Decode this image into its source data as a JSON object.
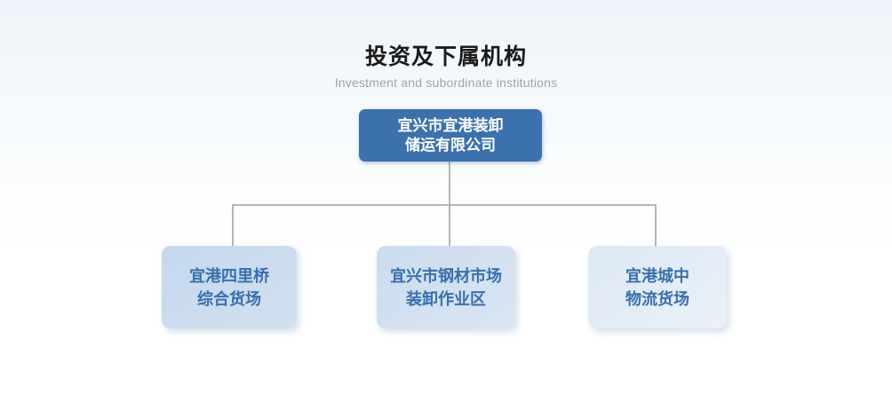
{
  "header": {
    "title": "投资及下属机构",
    "subtitle": "Investment and subordinate institutions"
  },
  "org_chart": {
    "root": {
      "line1": "宜兴市宜港装卸",
      "line2": "储运有限公司"
    },
    "children": [
      {
        "line1": "宜港四里桥",
        "line2": "综合货场"
      },
      {
        "line1": "宜兴市钢材市场",
        "line2": "装卸作业区"
      },
      {
        "line1": "宜港城中",
        "line2": "物流货场"
      }
    ]
  },
  "colors": {
    "root_box_bg": "#3b72ad",
    "root_box_text": "#ffffff",
    "child_text": "#3670ae",
    "child_box_bg_left": "#c5d8ec",
    "child_box_bg_middle": "#cbdcef",
    "child_box_bg_right": "#dde8f4",
    "connector": "#b5b5b5",
    "title_text": "#1a1a1a",
    "subtitle_text": "#a3a3a3"
  }
}
